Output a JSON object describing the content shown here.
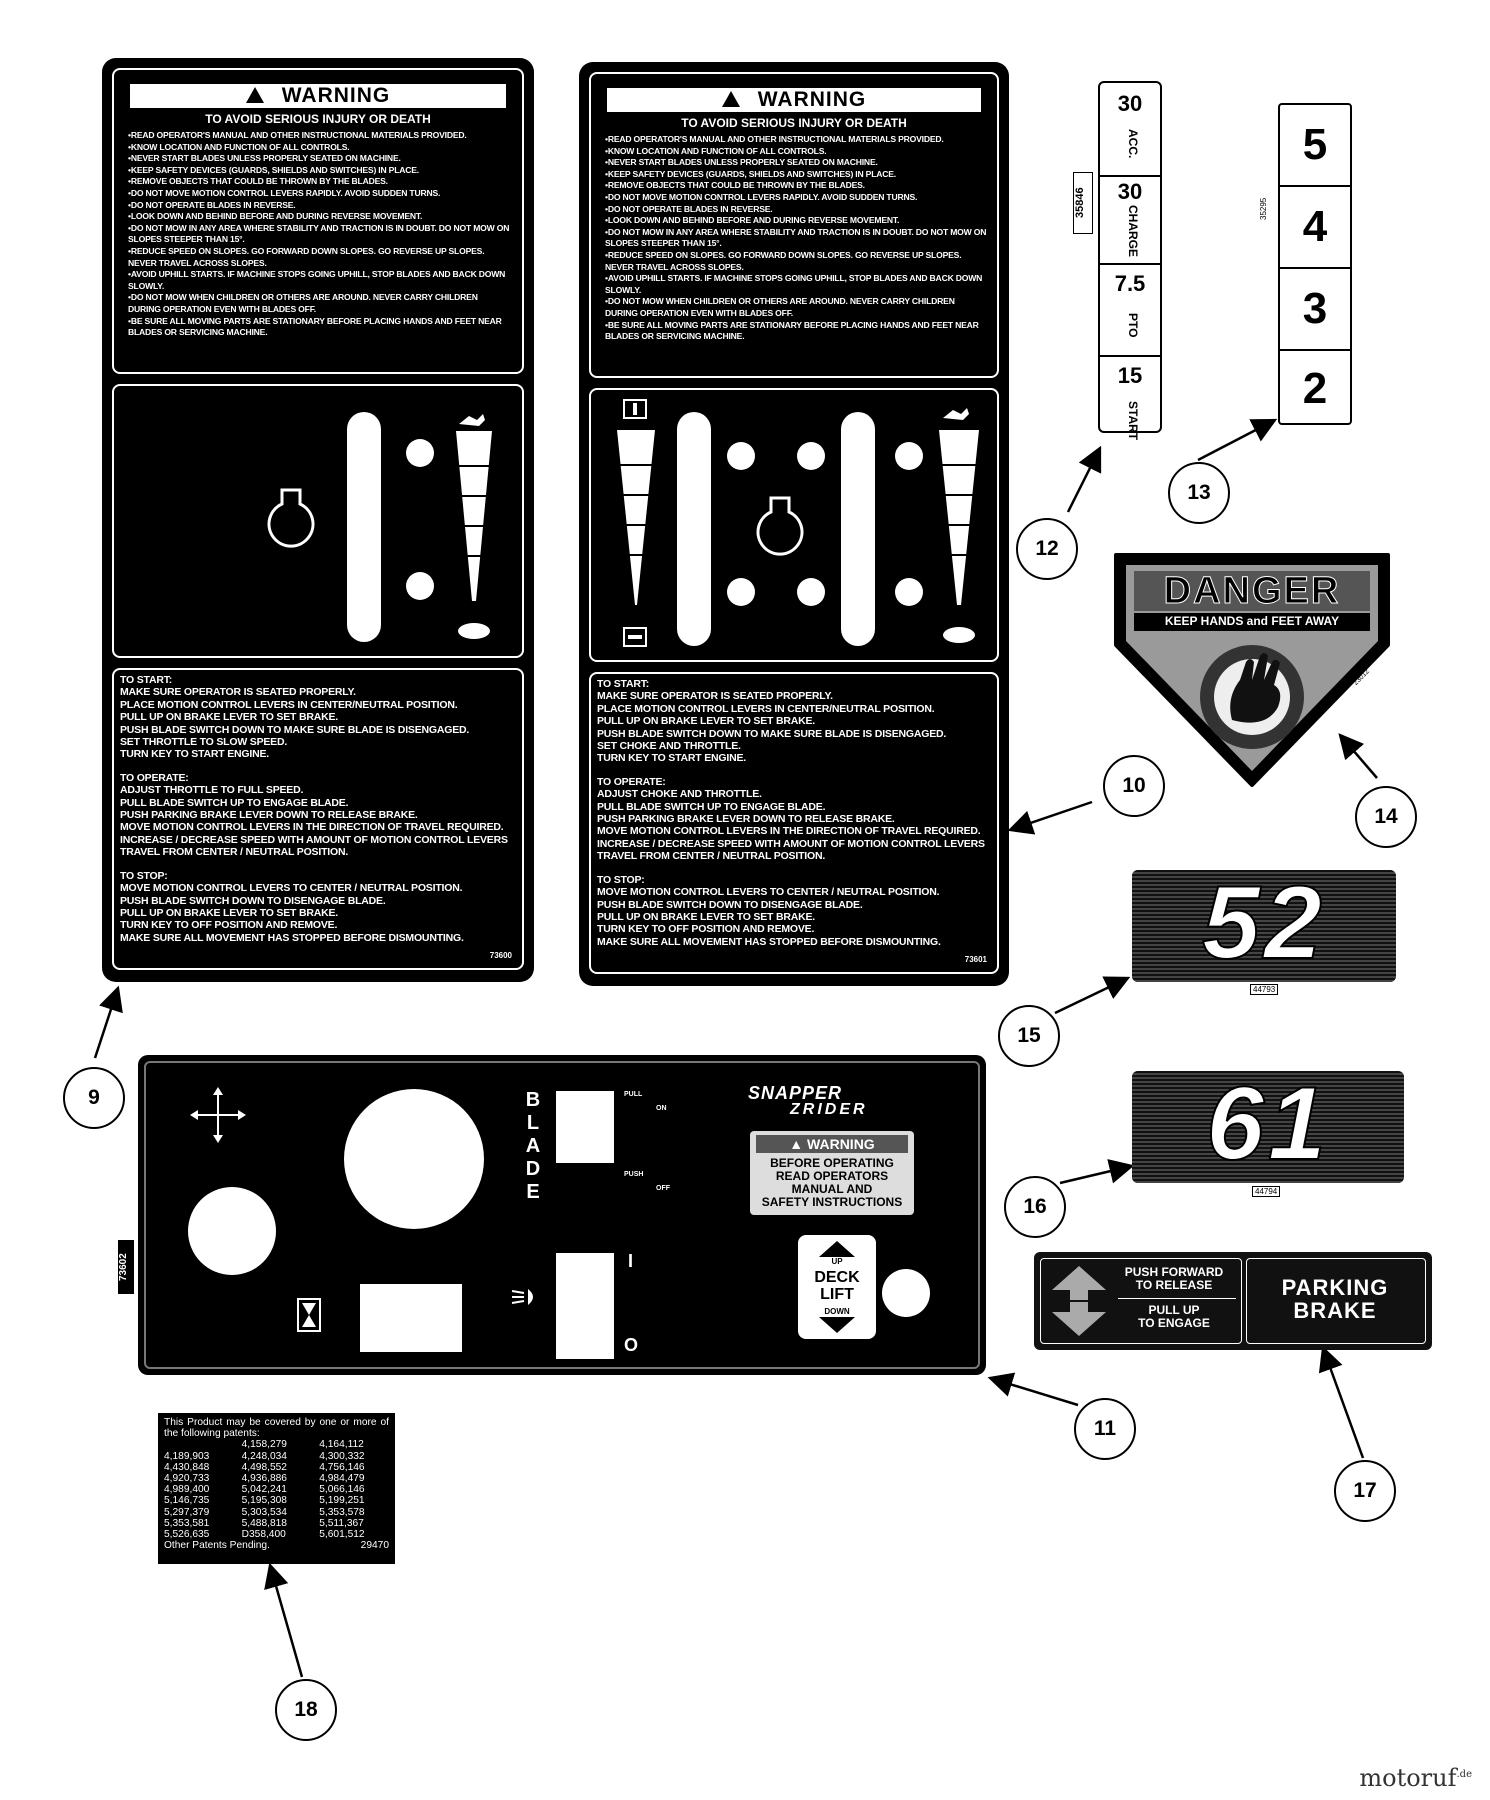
{
  "warning_decal_common": {
    "heading": "WARNING",
    "subheading": "TO AVOID SERIOUS INJURY OR DEATH",
    "items": [
      "READ OPERATOR'S MANUAL AND OTHER INSTRUCTIONAL MATERIALS PROVIDED.",
      "KNOW LOCATION AND FUNCTION OF ALL CONTROLS.",
      "NEVER START BLADES UNLESS PROPERLY SEATED ON MACHINE.",
      "KEEP SAFETY DEVICES (GUARDS, SHIELDS AND SWITCHES) IN PLACE.",
      "REMOVE OBJECTS THAT COULD BE THROWN BY THE BLADES.",
      "DO NOT MOVE MOTION CONTROL LEVERS RAPIDLY.  AVOID SUDDEN TURNS.",
      "DO NOT OPERATE BLADES IN REVERSE.",
      "LOOK DOWN AND BEHIND BEFORE AND DURING REVERSE MOVEMENT.",
      "DO NOT MOW IN ANY AREA WHERE STABILITY AND TRACTION IS IN DOUBT.  DO NOT MOW ON SLOPES STEEPER THAN 15°.",
      "REDUCE SPEED ON SLOPES.  GO FORWARD DOWN SLOPES.  GO REVERSE UP SLOPES.  NEVER TRAVEL ACROSS SLOPES.",
      "AVOID UPHILL STARTS.  IF MACHINE STOPS GOING UPHILL, STOP BLADES AND BACK DOWN SLOWLY.",
      "DO NOT MOW WHEN CHILDREN OR OTHERS ARE AROUND.  NEVER CARRY CHILDREN DURING OPERATION EVEN WITH BLADES OFF.",
      "BE SURE ALL MOVING PARTS ARE STATIONARY BEFORE PLACING HANDS AND FEET NEAR BLADES OR SERVICING MACHINE."
    ]
  },
  "decal_9": {
    "start": [
      "TO START:",
      "MAKE SURE OPERATOR IS SEATED PROPERLY.",
      "PLACE MOTION CONTROL LEVERS IN CENTER/NEUTRAL POSITION.",
      "PULL UP ON BRAKE LEVER TO SET BRAKE.",
      "PUSH BLADE SWITCH DOWN TO MAKE SURE BLADE IS DISENGAGED.",
      "SET THROTTLE TO SLOW SPEED.",
      "TURN KEY TO START ENGINE."
    ],
    "operate": [
      "TO OPERATE:",
      "ADJUST THROTTLE TO FULL SPEED.",
      "PULL BLADE SWITCH UP TO ENGAGE BLADE.",
      "PUSH PARKING BRAKE LEVER DOWN TO RELEASE BRAKE.",
      "MOVE MOTION CONTROL LEVERS IN THE DIRECTION OF TRAVEL REQUIRED.",
      "INCREASE / DECREASE SPEED WITH AMOUNT OF MOTION CONTROL LEVERS",
      "TRAVEL FROM CENTER / NEUTRAL POSITION."
    ],
    "stop": [
      "TO STOP:",
      "MOVE MOTION CONTROL LEVERS TO CENTER / NEUTRAL POSITION.",
      "PUSH BLADE SWITCH DOWN TO DISENGAGE BLADE.",
      "PULL UP ON BRAKE LEVER TO SET BRAKE.",
      "TURN KEY TO OFF POSITION AND REMOVE.",
      "MAKE SURE ALL MOVEMENT HAS STOPPED BEFORE DISMOUNTING."
    ],
    "code": "73600"
  },
  "decal_10": {
    "start": [
      "TO START:",
      "MAKE SURE OPERATOR IS SEATED PROPERLY.",
      "PLACE MOTION CONTROL LEVERS IN CENTER/NEUTRAL POSITION.",
      "PULL UP ON BRAKE LEVER TO SET BRAKE.",
      "PUSH BLADE SWITCH DOWN TO MAKE SURE BLADE IS DISENGAGED.",
      "SET CHOKE AND THROTTLE.",
      "TURN KEY TO START ENGINE."
    ],
    "operate": [
      "TO OPERATE:",
      "ADJUST CHOKE AND THROTTLE.",
      "PULL BLADE SWITCH UP TO ENGAGE BLADE.",
      "PUSH PARKING BRAKE LEVER DOWN TO RELEASE BRAKE.",
      "MOVE MOTION CONTROL LEVERS IN THE DIRECTION OF TRAVEL REQUIRED.",
      "INCREASE / DECREASE SPEED WITH AMOUNT OF MOTION CONTROL LEVERS",
      "TRAVEL FROM CENTER / NEUTRAL POSITION."
    ],
    "stop": [
      "TO STOP:",
      "MOVE MOTION CONTROL LEVERS TO CENTER / NEUTRAL POSITION.",
      "PUSH BLADE SWITCH DOWN TO DISENGAGE BLADE.",
      "PULL UP ON BRAKE LEVER TO SET BRAKE.",
      "TURN KEY TO OFF POSITION AND REMOVE.",
      "MAKE SURE ALL MOVEMENT HAS STOPPED BEFORE DISMOUNTING."
    ],
    "code": "73601"
  },
  "decal_12": {
    "code": "35846",
    "cells": [
      {
        "value": "30",
        "label": "ACC."
      },
      {
        "value": "30",
        "label": "CHARGE"
      },
      {
        "value": "7.5",
        "label": "PTO"
      },
      {
        "value": "15",
        "label": "START"
      }
    ]
  },
  "decal_13": {
    "code": "35295",
    "numbers": [
      "5",
      "4",
      "3",
      "2"
    ]
  },
  "decal_14": {
    "title": "DANGER",
    "subtitle": "KEEP HANDS and FEET AWAY",
    "code": "23012"
  },
  "decal_15": {
    "number": "52",
    "code": "44793"
  },
  "decal_16": {
    "number": "61",
    "code": "44794"
  },
  "decal_17": {
    "line1": "PUSH FORWARD",
    "line2": "TO RELEASE",
    "line3": "PULL UP",
    "line4": "TO ENGAGE",
    "title_line1": "PARKING",
    "title_line2": "BRAKE"
  },
  "dash_11": {
    "code": "73602",
    "blade_label": "BLADE",
    "pull_on": "PULL",
    "on": "ON",
    "push_off": "PUSH",
    "off": "OFF",
    "brand_line1": "SNAPPER",
    "brand_line2": "ZRIDER",
    "warning_title": "WARNING",
    "warning_text": [
      "BEFORE OPERATING",
      "READ OPERATORS",
      "MANUAL AND",
      "SAFETY INSTRUCTIONS"
    ],
    "deck_up": "UP",
    "deck_label_1": "DECK",
    "deck_label_2": "LIFT",
    "deck_down": "DOWN",
    "light_on": "I",
    "light_off": "O"
  },
  "patent_18": {
    "intro": "This Product may be covered by one or more of the following patents:",
    "first_row": [
      "4,158,279",
      "4,164,112"
    ],
    "rows": [
      [
        "4,189,903",
        "4,248,034",
        "4,300,332"
      ],
      [
        "4,430,848",
        "4,498,552",
        "4,756,146"
      ],
      [
        "4,920,733",
        "4,936,886",
        "4,984,479"
      ],
      [
        "4,989,400",
        "5,042,241",
        "5,066,146"
      ],
      [
        "5,146,735",
        "5,195,308",
        "5,199,251"
      ],
      [
        "5,297,379",
        "5,303,534",
        "5,353,578"
      ],
      [
        "5,353,581",
        "5,488,818",
        "5,511,367"
      ],
      [
        "5,526,635",
        "D358,400",
        "5,601,512"
      ]
    ],
    "pending": "Other Patents Pending.",
    "code": "29470"
  },
  "callouts": [
    "9",
    "10",
    "11",
    "12",
    "13",
    "14",
    "15",
    "16",
    "17",
    "18"
  ],
  "watermark": {
    "name": "motoruf",
    "tld": ".de"
  }
}
